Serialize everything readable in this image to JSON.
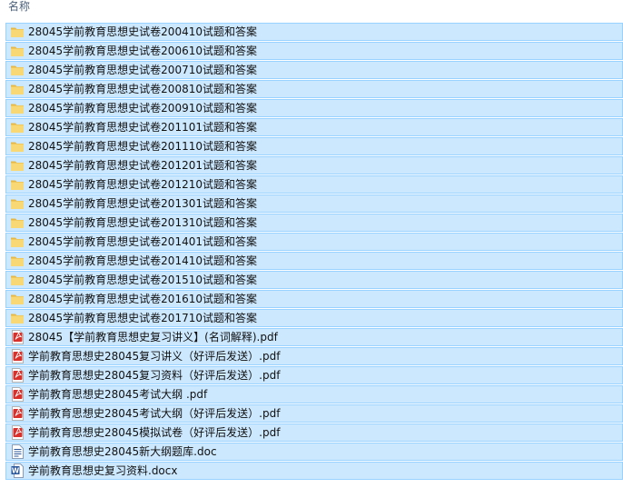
{
  "header": {
    "column_name": "名称"
  },
  "files": [
    {
      "name": "28045学前教育思想史试卷200410试题和答案",
      "type": "folder"
    },
    {
      "name": "28045学前教育思想史试卷200610试题和答案",
      "type": "folder"
    },
    {
      "name": "28045学前教育思想史试卷200710试题和答案",
      "type": "folder"
    },
    {
      "name": "28045学前教育思想史试卷200810试题和答案",
      "type": "folder"
    },
    {
      "name": "28045学前教育思想史试卷200910试题和答案",
      "type": "folder"
    },
    {
      "name": "28045学前教育思想史试卷201101试题和答案",
      "type": "folder"
    },
    {
      "name": "28045学前教育思想史试卷201110试题和答案",
      "type": "folder"
    },
    {
      "name": "28045学前教育思想史试卷201201试题和答案",
      "type": "folder"
    },
    {
      "name": "28045学前教育思想史试卷201210试题和答案",
      "type": "folder"
    },
    {
      "name": "28045学前教育思想史试卷201301试题和答案",
      "type": "folder"
    },
    {
      "name": "28045学前教育思想史试卷201310试题和答案",
      "type": "folder"
    },
    {
      "name": "28045学前教育思想史试卷201401试题和答案",
      "type": "folder"
    },
    {
      "name": "28045学前教育思想史试卷201410试题和答案",
      "type": "folder"
    },
    {
      "name": "28045学前教育思想史试卷201510试题和答案",
      "type": "folder"
    },
    {
      "name": "28045学前教育思想史试卷201610试题和答案",
      "type": "folder"
    },
    {
      "name": "28045学前教育思想史试卷201710试题和答案",
      "type": "folder"
    },
    {
      "name": "28045【学前教育思想史复习讲义】(名词解释).pdf",
      "type": "pdf"
    },
    {
      "name": "学前教育思想史28045复习讲义（好评后发送）.pdf",
      "type": "pdf"
    },
    {
      "name": "学前教育思想史28045复习资料（好评后发送）.pdf",
      "type": "pdf"
    },
    {
      "name": "学前教育思想史28045考试大纲 .pdf",
      "type": "pdf"
    },
    {
      "name": "学前教育思想史28045考试大纲（好评后发送）.pdf",
      "type": "pdf"
    },
    {
      "name": "学前教育思想史28045模拟试卷（好评后发送）.pdf",
      "type": "pdf"
    },
    {
      "name": "学前教育思想史28045新大纲题库.doc",
      "type": "doc"
    },
    {
      "name": "学前教育思想史复习资料.docx",
      "type": "docx"
    }
  ],
  "colors": {
    "selection_bg": "#cce8ff",
    "selection_border": "#99d1ff",
    "folder": "#f8d775",
    "pdf": "#d9302c",
    "word": "#2b579a"
  }
}
